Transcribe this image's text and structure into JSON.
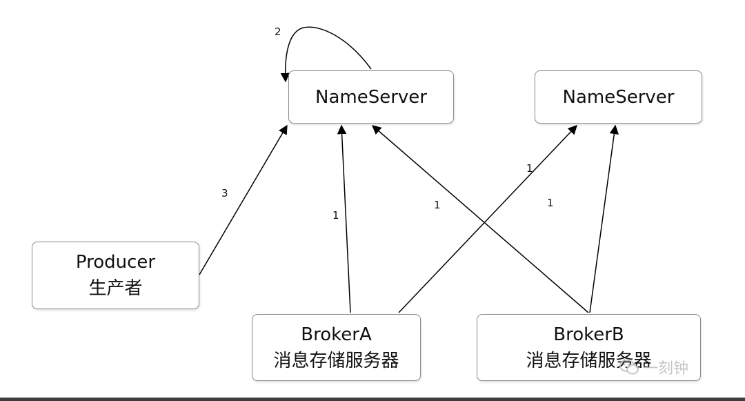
{
  "nodes": {
    "nameserver_1": {
      "label": "NameServer"
    },
    "nameserver_2": {
      "label": "NameServer"
    },
    "producer": {
      "line1": "Producer",
      "line2": "生产者"
    },
    "broker_a": {
      "line1": "BrokerA",
      "line2": "消息存储服务器"
    },
    "broker_b": {
      "line1": "BrokerB",
      "line2": "消息存储服务器"
    }
  },
  "edges": {
    "self_loop": "2",
    "producer_to_ns1": "3",
    "broker_a_to_ns1": "1",
    "broker_a_to_ns2": "1",
    "broker_b_to_ns1": "1",
    "broker_b_to_ns2": "1"
  },
  "watermark": {
    "text": "一刻钟"
  },
  "colors": {
    "line": "#000000",
    "border": "#8a8a8a"
  }
}
